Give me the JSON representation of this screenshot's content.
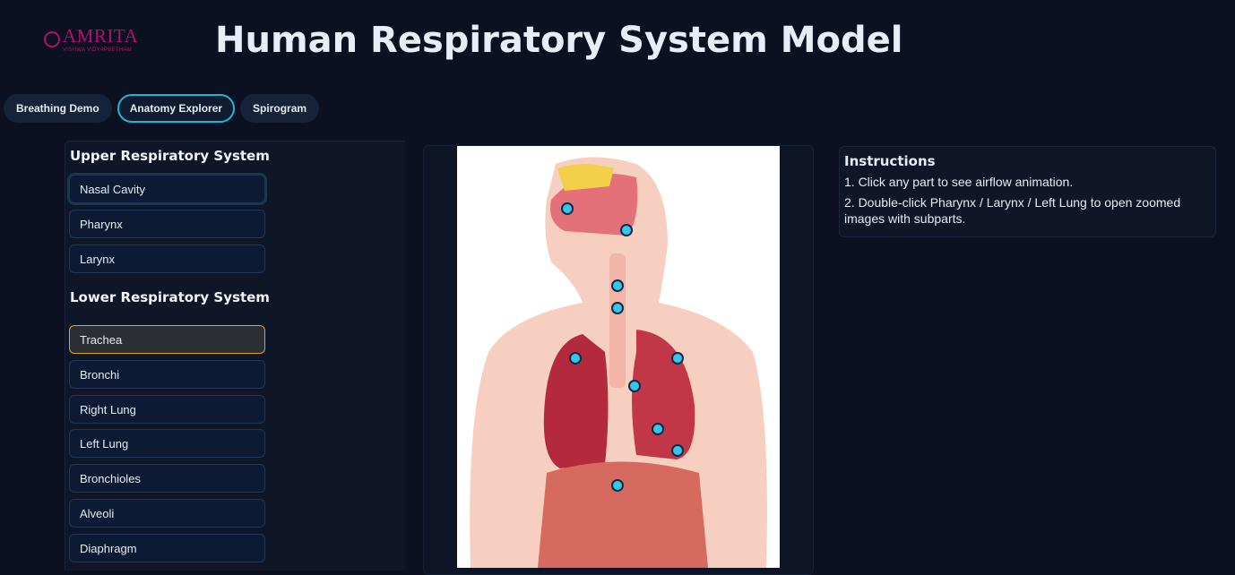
{
  "header": {
    "logo_text": "AMRITA",
    "logo_subtext": "VISHWA VIDYAPEETHAM",
    "title": "Human Respiratory System Model"
  },
  "tabs": [
    {
      "label": "Breathing Demo"
    },
    {
      "label": "Anatomy Explorer",
      "active": true
    },
    {
      "label": "Spirogram"
    }
  ],
  "sidebar": {
    "upper_title": "Upper Respiratory System",
    "upper": [
      "Nasal Cavity",
      "Pharynx",
      "Larynx"
    ],
    "lower_title": "Lower Respiratory System",
    "lower": [
      "Trachea",
      "Bronchi",
      "Right Lung",
      "Left Lung",
      "Bronchioles",
      "Alveoli",
      "Diaphragm"
    ],
    "selected": "Trachea"
  },
  "instructions": {
    "title": "Instructions",
    "steps": [
      "1. Click any part to see airflow animation.",
      "2. Double-click Pharynx / Larynx / Left Lung to open zoomed images with subparts."
    ]
  },
  "colors": {
    "accent": "#22b5d0",
    "selected": "#d8a617",
    "hotspot": "#38c6e8"
  }
}
